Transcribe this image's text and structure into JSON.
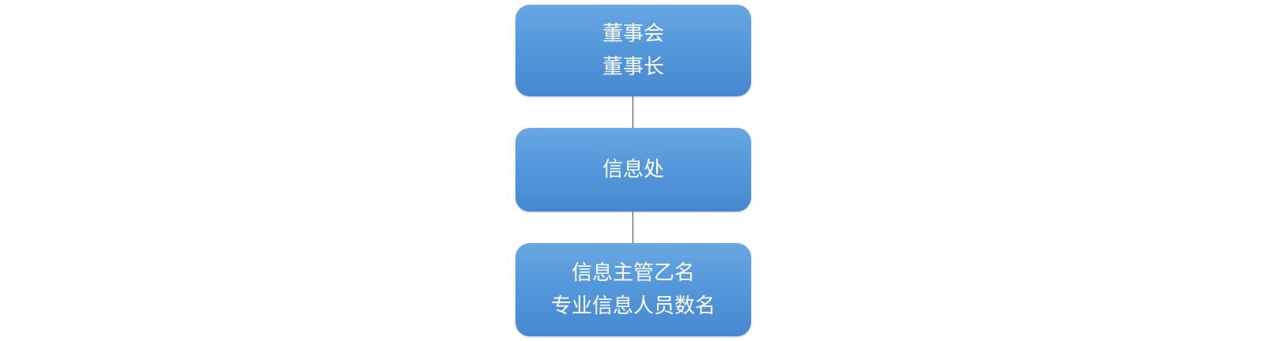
{
  "org_chart": {
    "top_node": {
      "lines": [
        "董事会",
        "董事长"
      ]
    },
    "middle_node": {
      "lines": [
        "信息处"
      ]
    },
    "bottom_node": {
      "lines": [
        "信息主管乙名",
        "专业信息人员数名"
      ]
    }
  },
  "colors": {
    "node_fill": "#5498dc",
    "node_text": "#ffffff",
    "connector": "#4a4a4a"
  }
}
